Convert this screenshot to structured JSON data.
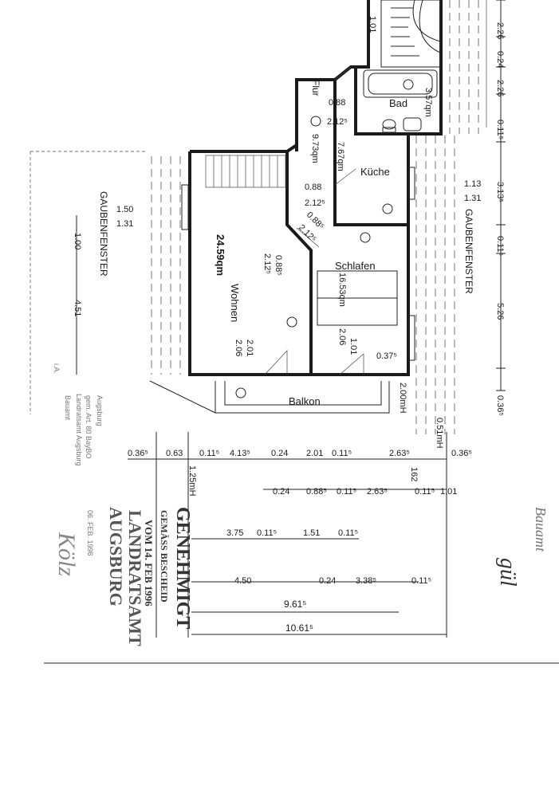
{
  "rooms": {
    "flur": "Flur",
    "flur_area": "9.73qm",
    "bad": "Bad",
    "bad_area": "3.57qm",
    "kueche": "Küche",
    "kueche_area": "7.67qm",
    "wohnen": "Wohnen",
    "wohnen_area": "24.59qm",
    "schlafen": "Schlafen",
    "schlafen_area": "16.53qm",
    "balkon": "Balkon"
  },
  "labels": {
    "gaubenfenster_left": "GAUBENFENSTER",
    "gaubenfenster_right": "GAUBENFENSTER",
    "smoke_symbol": "Ø"
  },
  "openings": {
    "bad_door_w": "0.88",
    "bad_door_h": "2.12⁵",
    "flur_door_w": "0.88",
    "flur_door_h": "2.12⁵",
    "kueche_door_w": "0.88⁵",
    "kueche_door_h": "2.12⁵",
    "wohnen_door_w": "0.88⁵",
    "wohnen_door_h": "2.12⁵",
    "wohnen_window_w": "2.01",
    "wohnen_window_h": "2.06",
    "schlafen_window_w": "1.01",
    "schlafen_window_h": "2.06",
    "schlafen_sill": "0.37⁵",
    "balkon_h": "2.00mH",
    "left_window_w": "1.50",
    "left_window_h": "1.31",
    "right_window_w": "1.13",
    "right_window_h": "1.31",
    "left_sill": "1.00",
    "left_vert": "4.51",
    "wall_top": "1.25mH",
    "wall_right": "0.51mH",
    "stair_w": "1.01"
  },
  "dims_right": [
    "2.26",
    "0.24",
    "2.26",
    "0.11⁵",
    "3.13⁵",
    "0.11⁵",
    "5.26",
    "0.36⁵"
  ],
  "dims_row1": [
    "0.36⁵",
    "0.63",
    "0.11⁵",
    "4.13⁵",
    "0.24",
    "2.01",
    "0.11⁵",
    "2.63⁵",
    "0.36⁵"
  ],
  "dims_row2": [
    "0.24",
    "0.88⁵",
    "0.11⁵",
    "2.63⁵",
    "0.11⁵",
    "1.01"
  ],
  "dims_row3": [
    "3.75",
    "0.11⁵",
    "1.51",
    "0.11⁵"
  ],
  "dims_row4": [
    "4.50",
    "0.24",
    "3.38⁵",
    "0.11⁵"
  ],
  "dims_total": [
    "9.61⁵",
    "10.61⁵"
  ],
  "dims_misc": {
    "h162": "162"
  },
  "stamps": {
    "genehmigt": "GENEHMIGT",
    "gemaess": "GEMÄSS BESCHEID",
    "vom": "VOM 14. FEB 1996",
    "landratsamt": "LANDRATSAMT",
    "augsburg": "AUGSBURG",
    "left_city": "Augsburg",
    "left_art": "gem. Art. 80 BayBO",
    "left_date": "06. FEB. 1996",
    "left_office": "Landratsamt Augsburg",
    "left_small1": "Bauamt",
    "left_small2": "i.A.",
    "bauamt_note": "Bauamt",
    "signature_right": "gül",
    "signature_left": "Kölz"
  }
}
